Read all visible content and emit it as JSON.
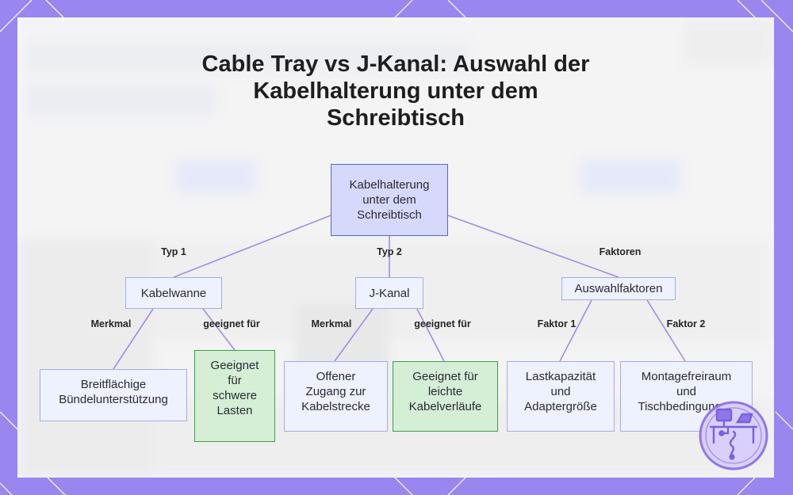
{
  "title_lines": [
    "Cable Tray vs J-Kanal: Auswahl der",
    "Kabelhalterung unter dem",
    "Schreibtisch"
  ],
  "root": {
    "lines": [
      "Kabelhalterung",
      "unter dem",
      "Schreibtisch"
    ]
  },
  "branches": [
    {
      "edge_label": "Typ 1",
      "label": "Kabelwanne",
      "children": [
        {
          "edge_label": "Merkmal",
          "lines": [
            "Breitflächige",
            "Bündelunterstützung"
          ]
        },
        {
          "edge_label": "geeignet für",
          "lines": [
            "Geeignet",
            "für",
            "schwere",
            "Lasten"
          ]
        }
      ]
    },
    {
      "edge_label": "Typ 2",
      "label": "J-Kanal",
      "children": [
        {
          "edge_label": "Merkmal",
          "lines": [
            "Offener",
            "Zugang zur",
            "Kabelstrecke"
          ]
        },
        {
          "edge_label": "geeignet für",
          "lines": [
            "Geeignet für",
            "leichte",
            "Kabelverläufe"
          ]
        }
      ]
    },
    {
      "edge_label": "Faktoren",
      "label": "Auswahlfaktoren",
      "children": [
        {
          "edge_label": "Faktor 1",
          "lines": [
            "Lastkapazität",
            "und",
            "Adaptergröße"
          ]
        },
        {
          "edge_label": "Faktor 2",
          "lines": [
            "Montagefreiraum",
            "und",
            "Tischbedingungen"
          ]
        }
      ]
    }
  ],
  "colors": {
    "frame": "#9a86ef",
    "edge": "#a48be6",
    "root_fill": "#d5d9fb",
    "node_fill": "#eef1fe",
    "green_fill": "#d4efd6",
    "green_border": "#3e9f45"
  },
  "icons": {
    "badge": "desk-cable-management-icon"
  }
}
